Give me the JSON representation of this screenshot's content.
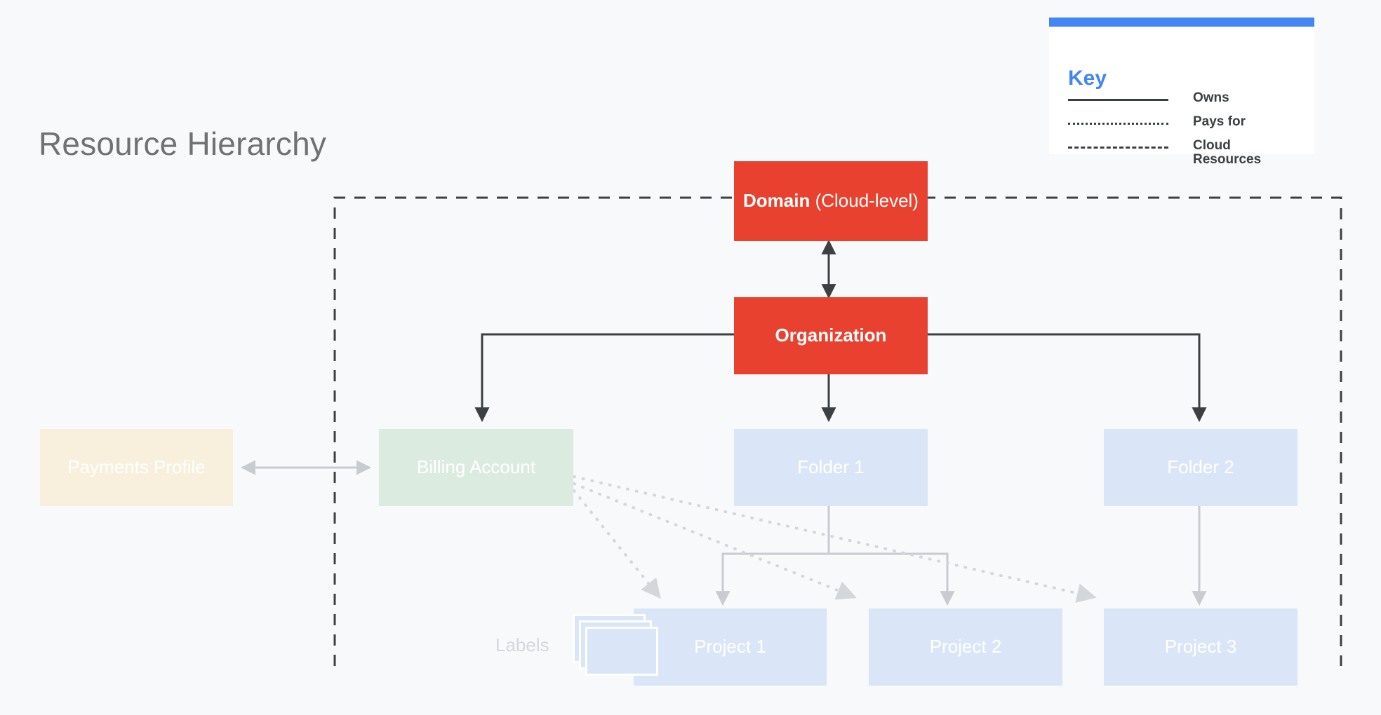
{
  "page": {
    "title": "Resource Hierarchy",
    "background_color": "#f7f9fa"
  },
  "key": {
    "heading": "Key",
    "accent_color": "#4285f4",
    "entries": [
      {
        "style": "solid",
        "label": "Owns"
      },
      {
        "style": "dotted",
        "label": "Pays for"
      },
      {
        "style": "dashed",
        "label": "Cloud Resources"
      }
    ]
  },
  "boundary": {
    "name": "cloud-resources-boundary",
    "style": "dashed",
    "color": "#3c4043"
  },
  "nodes": {
    "domain": {
      "label_bold": "Domain",
      "label_rest": " (Cloud-level)",
      "color": "#e8412f",
      "text_color": "#ffffff"
    },
    "organization": {
      "label": "Organization",
      "color": "#e8412f",
      "text_color": "#ffffff"
    },
    "payments_profile": {
      "label": "Payments Profile",
      "color": "#f8efdc",
      "text_color": "#ffffff"
    },
    "billing_account": {
      "label": "Billing Account",
      "color": "#dcebdf",
      "text_color": "#ffffff"
    },
    "folder_1": {
      "label": "Folder 1",
      "color": "#dae5f8",
      "text_color": "#ffffff"
    },
    "folder_2": {
      "label": "Folder 2",
      "color": "#dae5f8",
      "text_color": "#ffffff"
    },
    "project_1": {
      "label": "Project 1",
      "color": "#dae5f8",
      "text_color": "#ffffff"
    },
    "project_2": {
      "label": "Project 2",
      "color": "#dae5f8",
      "text_color": "#ffffff"
    },
    "project_3": {
      "label": "Project 3",
      "color": "#dae5f8",
      "text_color": "#ffffff"
    },
    "labels": {
      "label": "Labels",
      "color": "#dae5f8",
      "text_color": "#d4d8dc"
    }
  },
  "edges": [
    {
      "from": "domain",
      "to": "organization",
      "style": "solid-double",
      "meaning": "Owns"
    },
    {
      "from": "organization",
      "to": "billing_account",
      "style": "solid",
      "meaning": "Owns"
    },
    {
      "from": "organization",
      "to": "folder_1",
      "style": "solid",
      "meaning": "Owns"
    },
    {
      "from": "organization",
      "to": "folder_2",
      "style": "solid",
      "meaning": "Owns"
    },
    {
      "from": "payments_profile",
      "to": "billing_account",
      "style": "solid-double",
      "meaning": "Owns"
    },
    {
      "from": "folder_1",
      "to": "project_1",
      "style": "solid",
      "meaning": "Owns"
    },
    {
      "from": "folder_1",
      "to": "project_2",
      "style": "solid",
      "meaning": "Owns"
    },
    {
      "from": "folder_2",
      "to": "project_3",
      "style": "solid",
      "meaning": "Owns"
    },
    {
      "from": "billing_account",
      "to": "project_1",
      "style": "dotted",
      "meaning": "Pays for"
    },
    {
      "from": "billing_account",
      "to": "project_2",
      "style": "dotted",
      "meaning": "Pays for"
    },
    {
      "from": "billing_account",
      "to": "project_3",
      "style": "dotted",
      "meaning": "Pays for"
    }
  ]
}
